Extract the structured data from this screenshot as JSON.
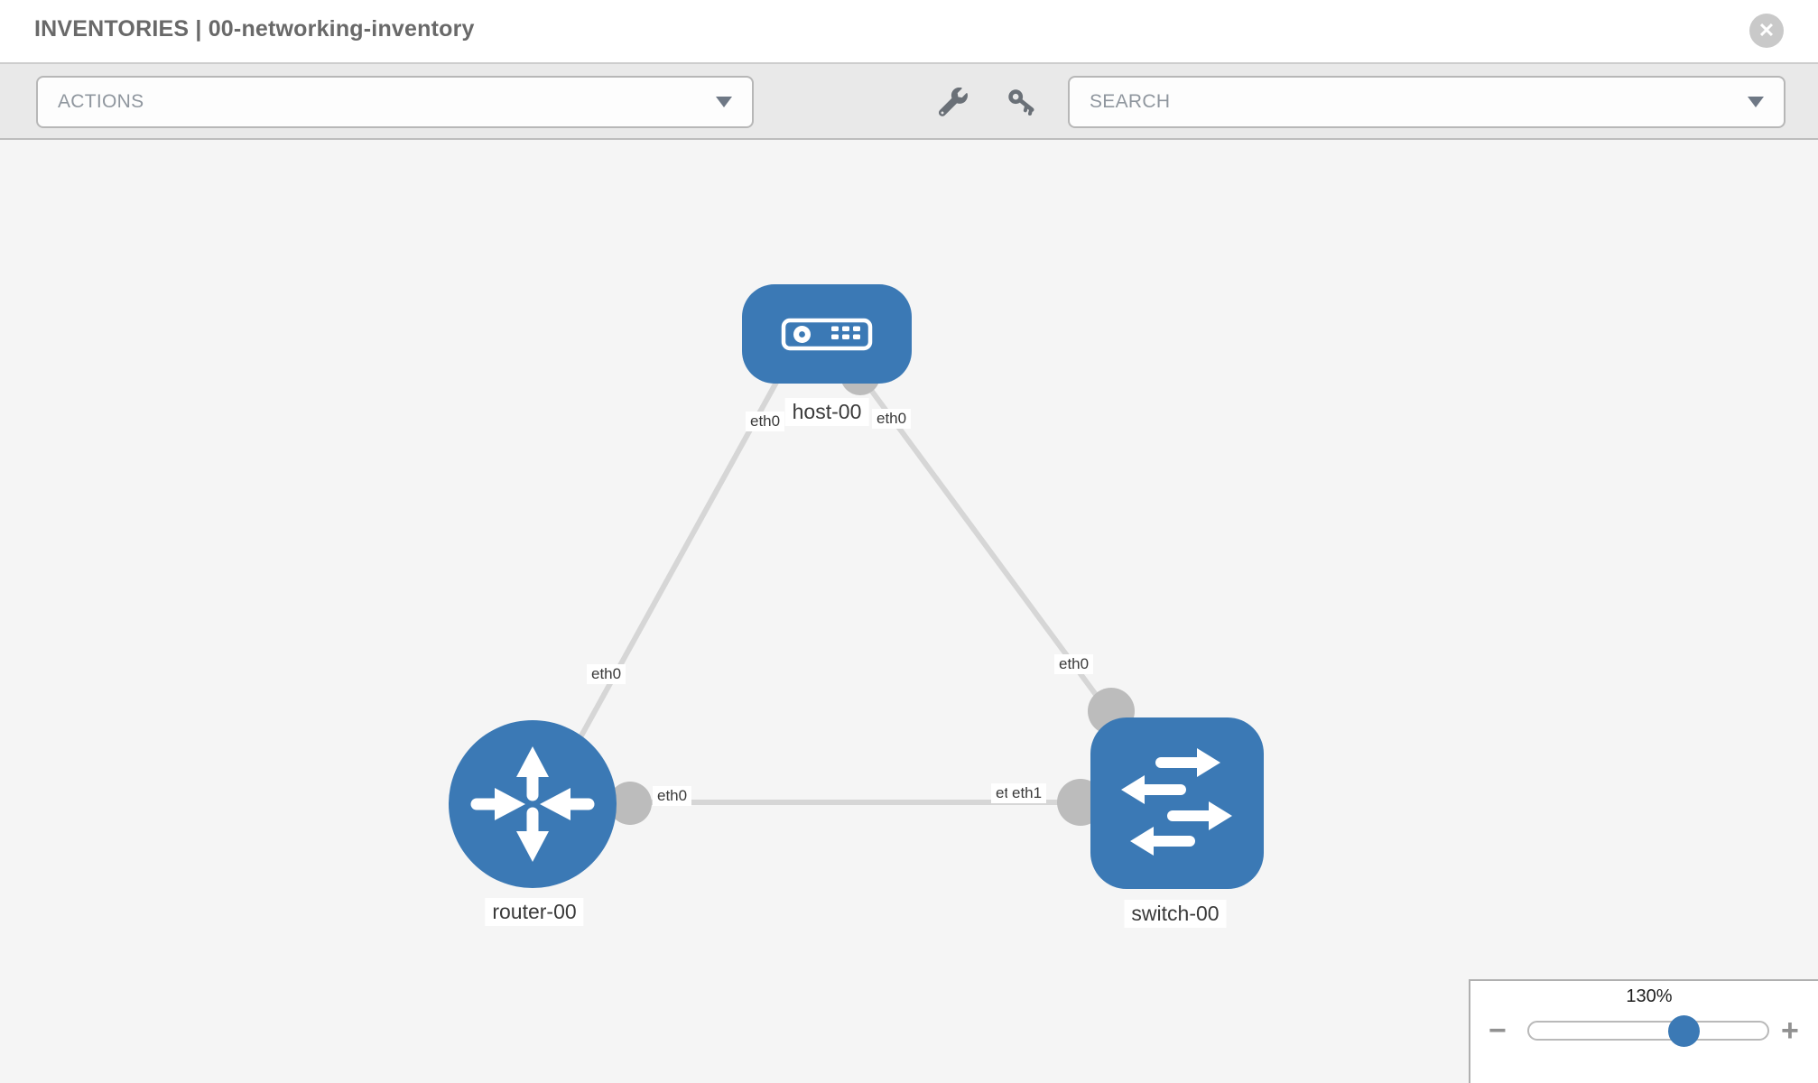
{
  "header": {
    "title": "INVENTORIES | 00-networking-inventory",
    "close_glyph": "✕"
  },
  "toolbar": {
    "actions_label": "ACTIONS",
    "search_label": "SEARCH",
    "icons": [
      "wrench-icon",
      "key-icon"
    ]
  },
  "topology": {
    "nodes": [
      {
        "id": "host-00",
        "label": "host-00",
        "type": "host"
      },
      {
        "id": "router-00",
        "label": "router-00",
        "type": "router"
      },
      {
        "id": "switch-00",
        "label": "switch-00",
        "type": "switch"
      }
    ],
    "links": [
      {
        "from": "router-00",
        "to": "host-00"
      },
      {
        "from": "host-00",
        "to": "switch-00"
      },
      {
        "from": "router-00",
        "to": "switch-00"
      }
    ],
    "interfaces": {
      "host_left": "eth0",
      "host_right": "eth0",
      "link_router_host": "eth0",
      "link_host_switch": "eth0",
      "router_side": "eth0",
      "switch_side_eth0": "eth0",
      "switch_side_eth1": "eth1"
    }
  },
  "zoom_control": {
    "level": "130%",
    "minus_glyph": "−",
    "plus_glyph": "+"
  },
  "colors": {
    "node_blue": "#3b79b5",
    "link_gray": "#d6d6d6",
    "connector_gray": "#bcbcbc"
  }
}
